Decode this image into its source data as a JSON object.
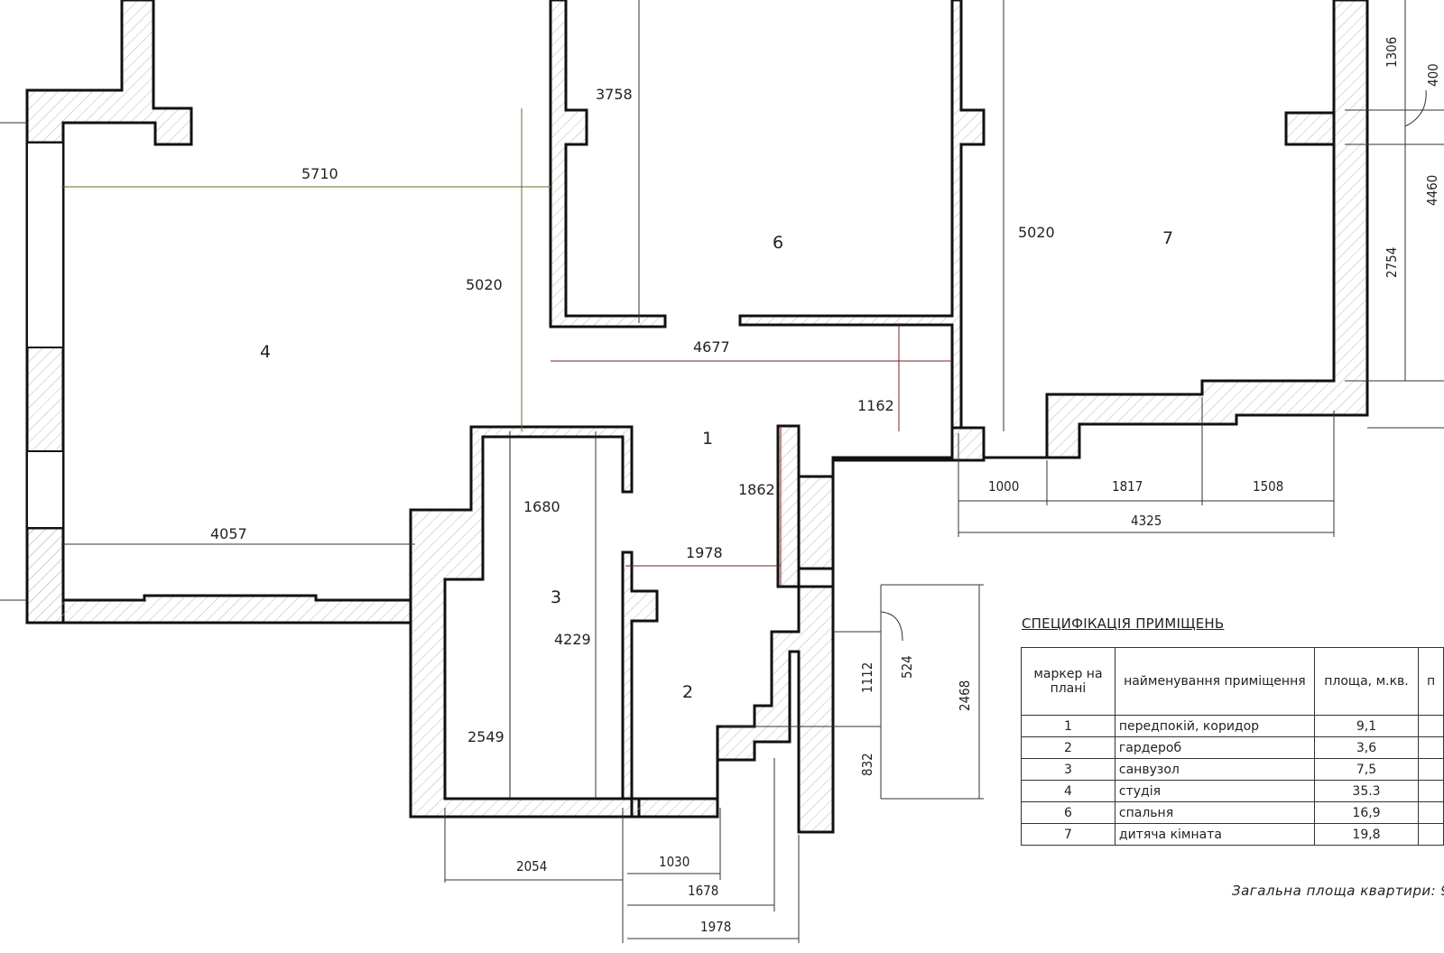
{
  "rooms": {
    "r1": "1",
    "r2": "2",
    "r3": "3",
    "r4": "4",
    "r6": "6",
    "r7": "7"
  },
  "dims": {
    "d5710": "5710",
    "d3758": "3758",
    "d5020a": "5020",
    "d5020b": "5020",
    "d4677": "4677",
    "d1162": "1162",
    "d1680": "1680",
    "d1862": "1862",
    "d4057": "4057",
    "d1978a": "1978",
    "d4229": "4229",
    "d2549": "2549",
    "d2054": "2054",
    "d1030": "1030",
    "d1678": "1678",
    "d1978b": "1978",
    "d1000": "1000",
    "d1817": "1817",
    "d1508": "1508",
    "d4325": "4325",
    "d1306": "1306",
    "d400": "400",
    "d4460": "4460",
    "d2754": "2754",
    "d1112": "1112",
    "d524": "524",
    "d832": "832",
    "d2468": "2468"
  },
  "spec": {
    "title": "СПЕЦИФІКАЦІЯ ПРИМІЩЕНЬ",
    "headers": {
      "marker": "маркер на плані",
      "name": "найменування приміщення",
      "area": "площа, м.кв.",
      "extra": "п"
    },
    "rows": [
      {
        "marker": "1",
        "name": "передпокій, коридор",
        "area": "9,1"
      },
      {
        "marker": "2",
        "name": "гардероб",
        "area": "3,6"
      },
      {
        "marker": "3",
        "name": "санвузол",
        "area": "7,5"
      },
      {
        "marker": "4",
        "name": "студія",
        "area": "35.3"
      },
      {
        "marker": "6",
        "name": "спальня",
        "area": "16,9"
      },
      {
        "marker": "7",
        "name": "дитяча кімната",
        "area": "19,8"
      }
    ],
    "total": "Загальна площа квартири: 9"
  }
}
